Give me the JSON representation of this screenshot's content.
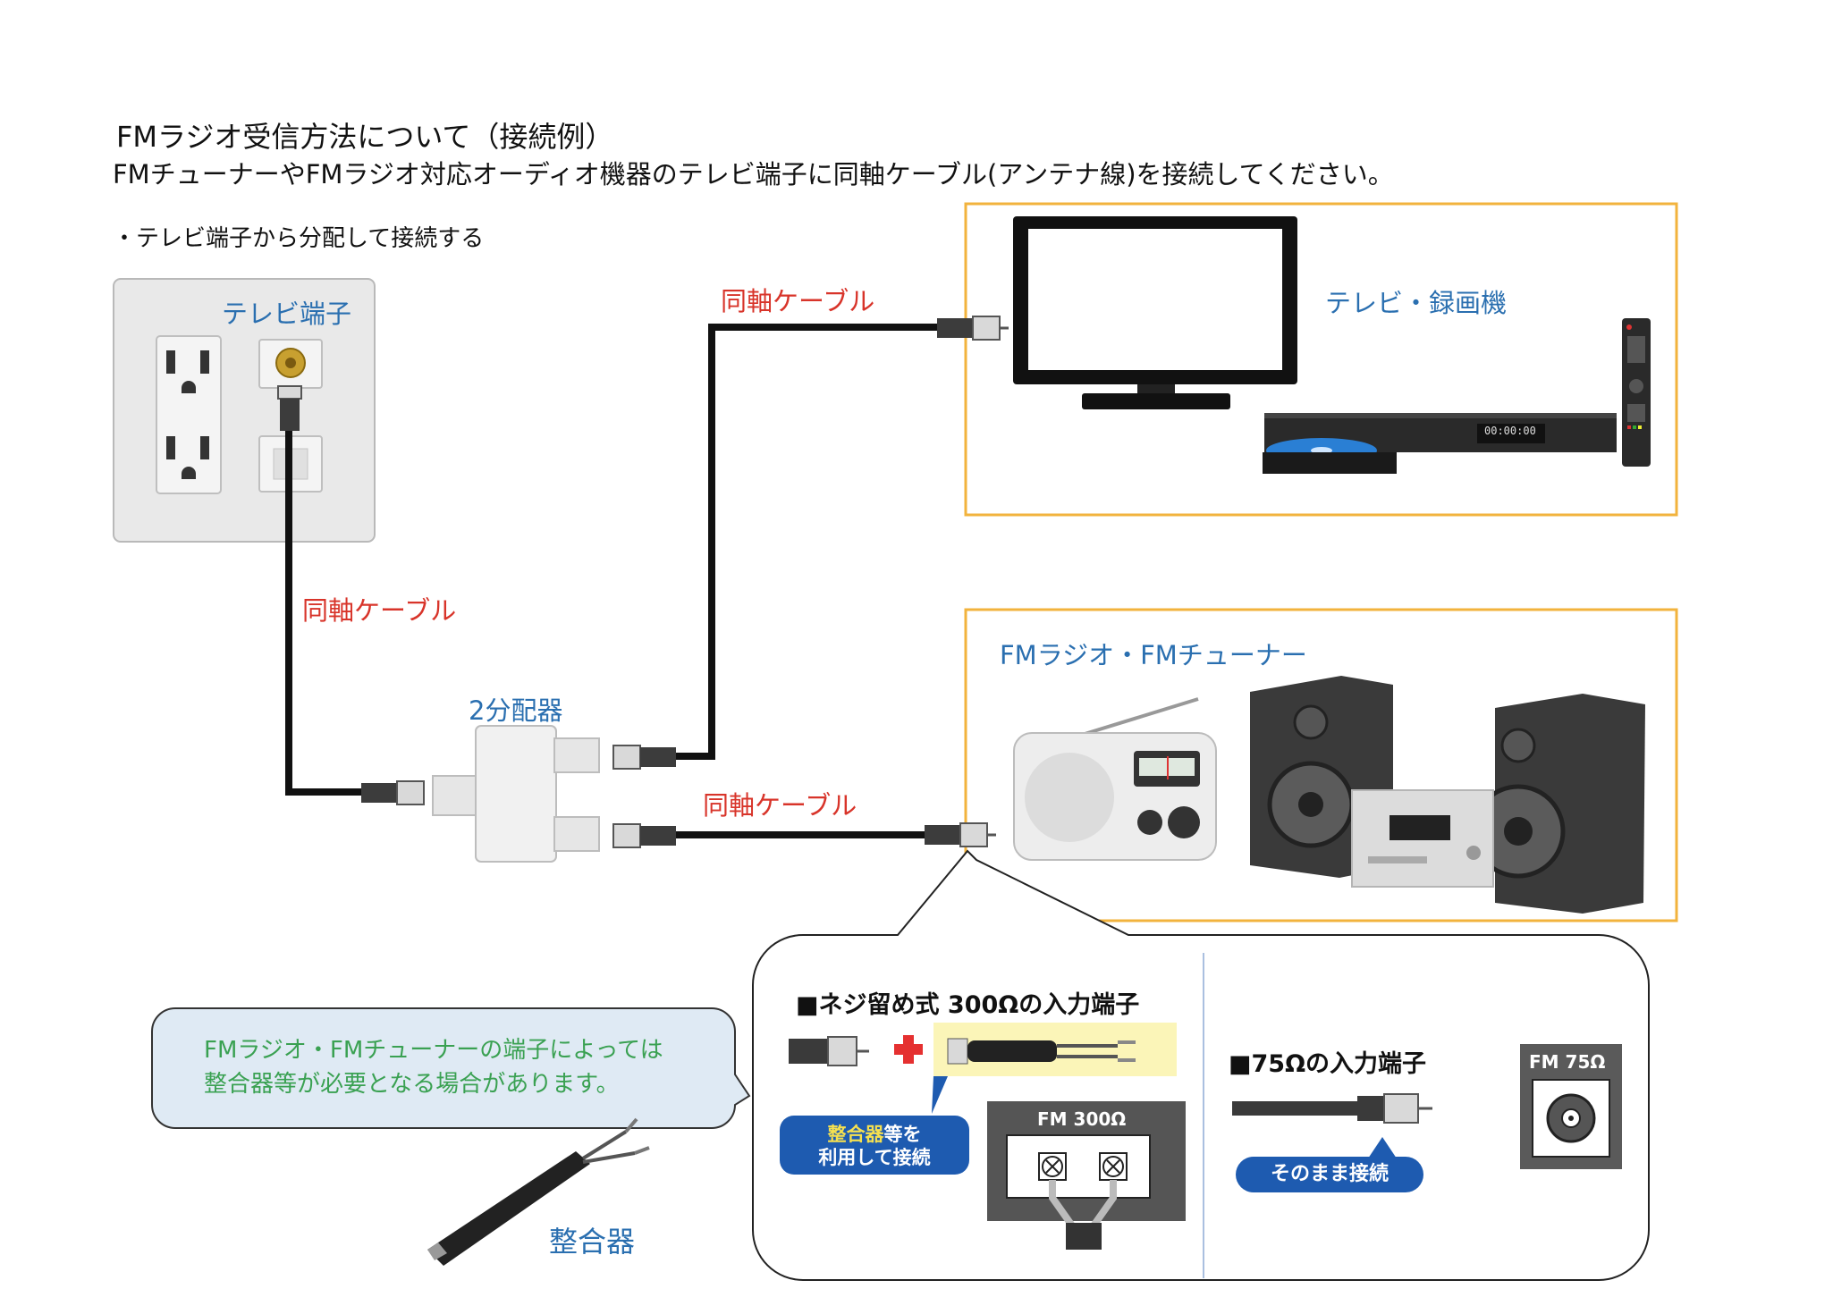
{
  "title": "FMラジオ受信方法について（接続例）",
  "subtitle": "FMチューナーやFMラジオ対応オーディオ機器のテレビ端子に同軸ケーブル(アンテナ線)を接続してください。",
  "section_bullet": "・テレビ端子から分配して接続する",
  "wall_plate": {
    "label": "テレビ端子"
  },
  "cable_labels": {
    "wall_to_splitter": "同軸ケーブル",
    "splitter_to_tv": "同軸ケーブル",
    "splitter_to_fm": "同軸ケーブル"
  },
  "splitter_label": "2分配器",
  "tv_box": {
    "label": "テレビ・録画機",
    "recorder_display": "00:00:00"
  },
  "fm_box": {
    "label": "FMラジオ・FMチューナー"
  },
  "speech_bubble": {
    "line1": "FMラジオ・FMチューナーの端子によっては",
    "line2": "整合器等が必要となる場合があります。"
  },
  "balun_label": "整合器",
  "detail": {
    "screw_heading": "■ネジ留め式 300Ωの入力端子",
    "screw_panel_label": "FM 300Ω",
    "screw_note_highlight": "整合器",
    "screw_note_rest": "等を",
    "screw_note_line2": "利用して接続",
    "coax_heading": "■75Ωの入力端子",
    "coax_panel_label": "FM 75Ω",
    "coax_note": "そのまま接続"
  },
  "colors": {
    "frame_orange": "#f2b33d",
    "label_blue": "#2a6fb0",
    "label_red": "#d8342a",
    "label_green": "#3aa152",
    "pill_blue": "#1e5bb0",
    "bubble_fill": "#dfeaf4"
  }
}
